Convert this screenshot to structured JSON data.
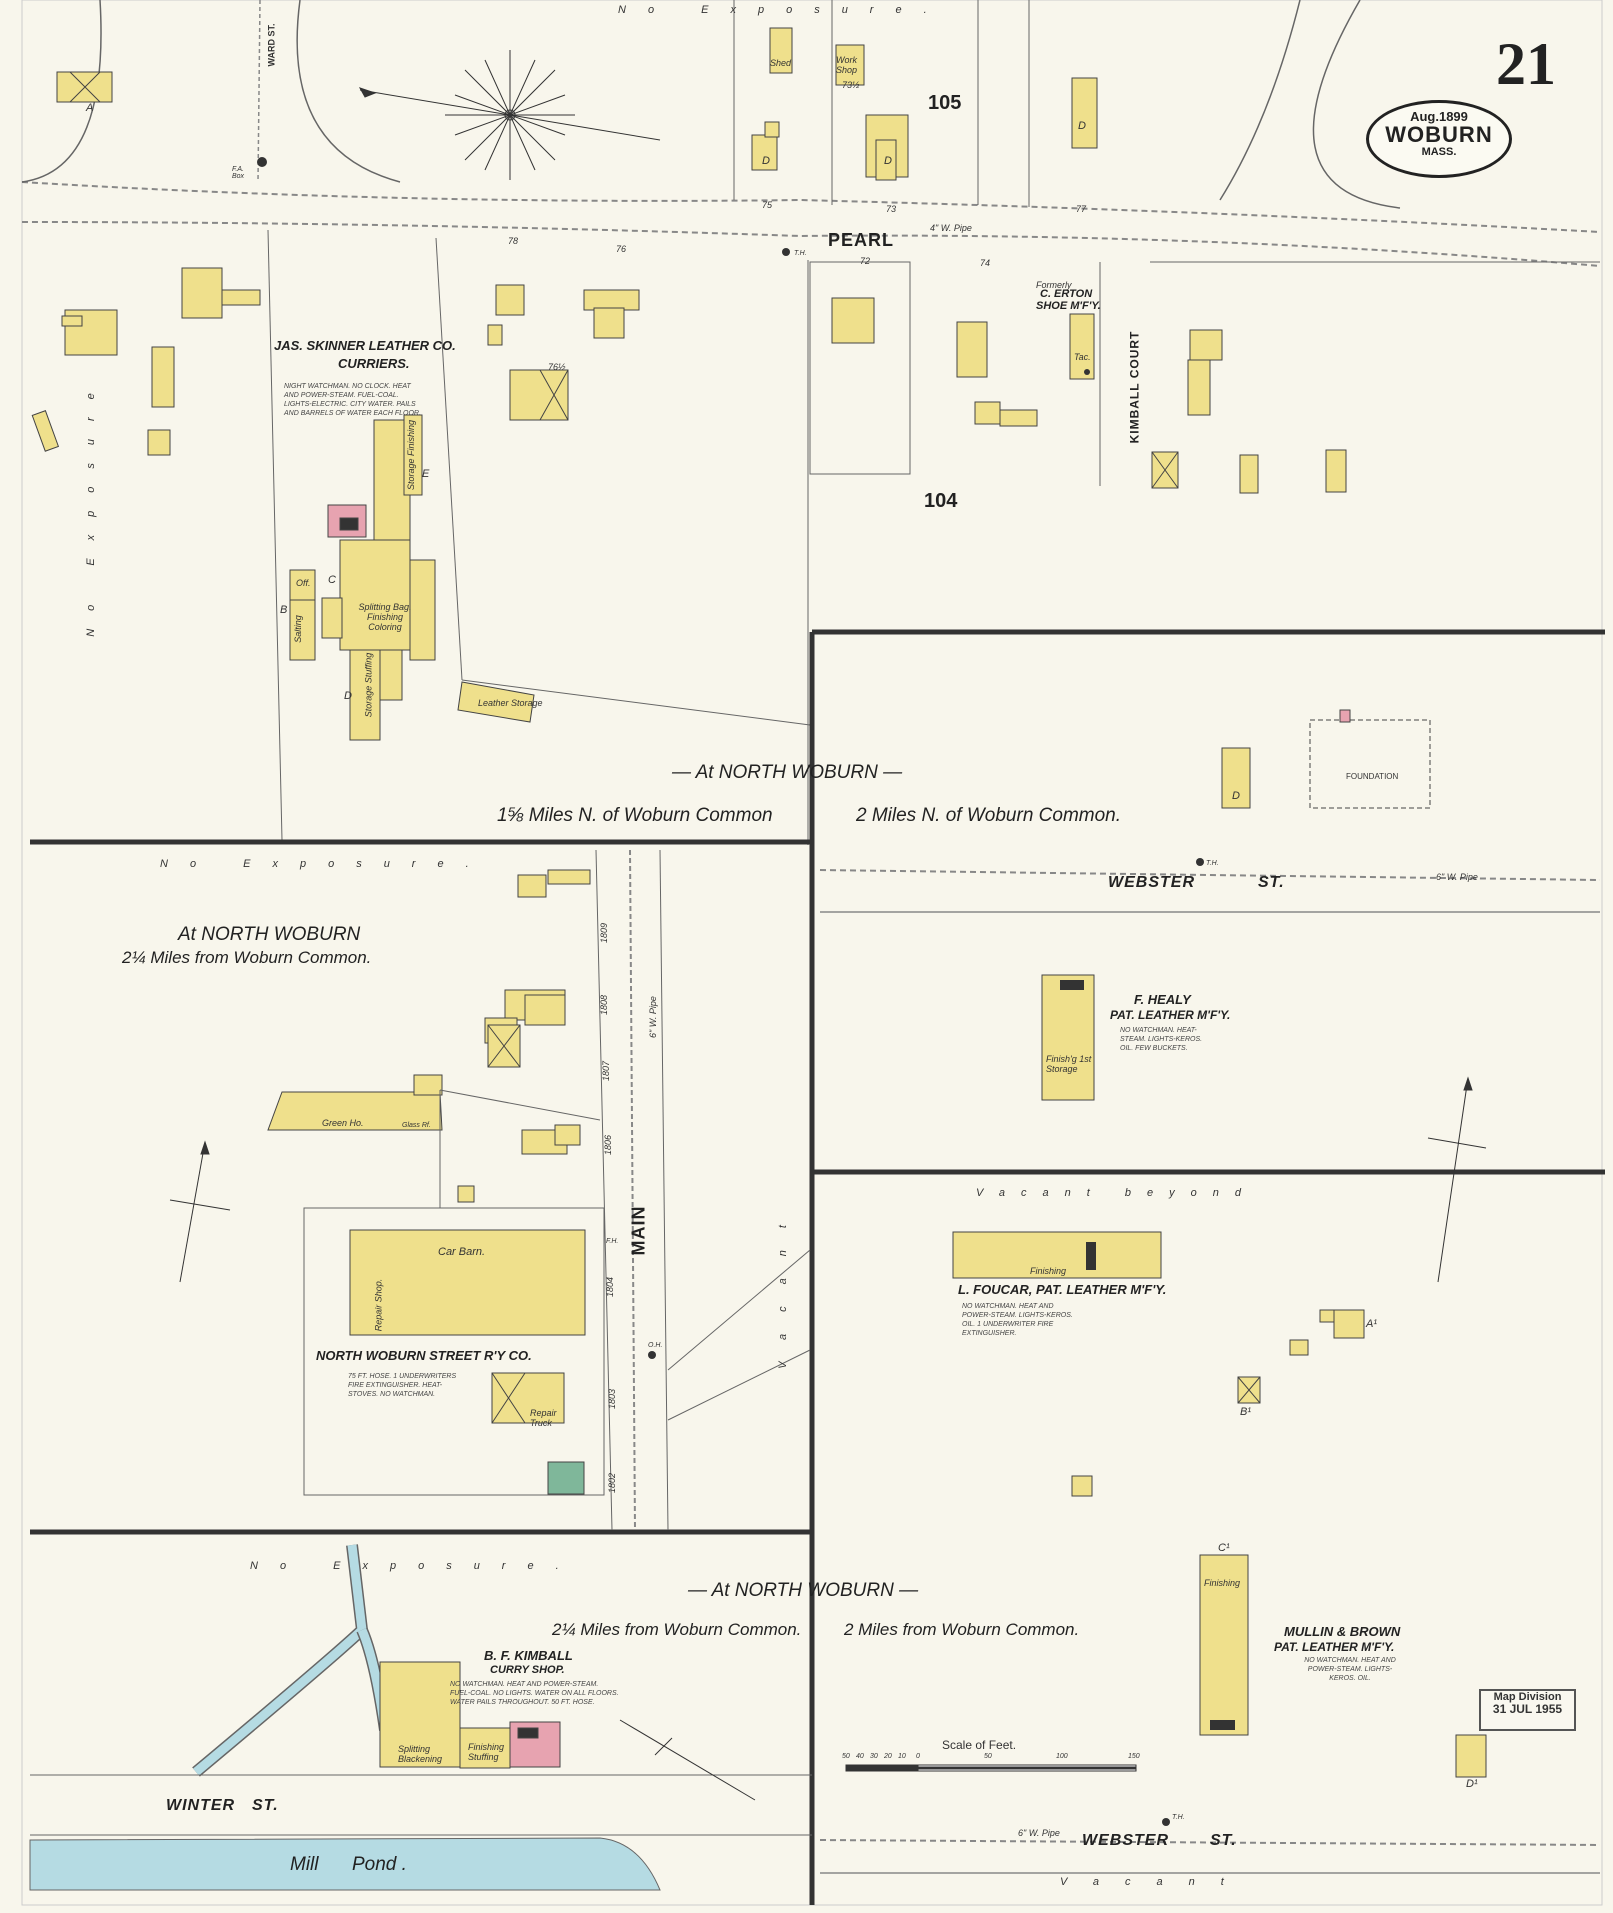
{
  "sheet": {
    "number": "21",
    "date": "Aug.1899",
    "city": "WOBURN",
    "state": "MASS."
  },
  "blocks": [
    "105",
    "104"
  ],
  "streets": {
    "pearl": "PEARL",
    "ward": "WARD ST.",
    "kimball_court": "KIMBALL COURT",
    "webster": "WEBSTER",
    "st": "ST.",
    "main": "MAIN",
    "winter": "WINTER",
    "winter_st": "ST.",
    "mill_pond": "Mill",
    "pond": "Pond ."
  },
  "headers": {
    "north_woburn_1": "— At NORTH WOBURN —",
    "miles_1": "1⅝ Miles N. of Woburn Common",
    "miles_2": "2 Miles N. of Woburn Common.",
    "north_woburn_2": "At NORTH WOBURN",
    "miles_3": "2¼ Miles from Woburn Common.",
    "north_woburn_3": "— At NORTH WOBURN —",
    "miles_4": "2¼ Miles from Woburn Common.",
    "miles_5": "2 Miles from Woburn Common."
  },
  "exposure": {
    "top": "No Exposure.",
    "left": "No Exposure",
    "middle": "No Exposure.",
    "bottom": "No Exposure.",
    "vacant_beyond": "Vacant beyond",
    "vacant": "Vacant",
    "vacant_right": "Vacant"
  },
  "companies": {
    "skinner_name": "JAS. SKINNER LEATHER CO.",
    "skinner_sub": "CURRIERS.",
    "skinner_notes": "NIGHT WATCHMAN. NO CLOCK. HEAT AND POWER-STEAM. FUEL-COAL. LIGHTS-ELECTRIC. CITY WATER. PAILS AND BARRELS OF WATER EACH FLOOR.",
    "erton_pre": "Formerly",
    "erton": "C. ERTON",
    "erton_sub": "SHOE M'F'Y.",
    "healy": "F. HEALY",
    "healy_sub": "PAT. LEATHER M'F'Y.",
    "healy_notes": "NO WATCHMAN. HEAT-STEAM. LIGHTS-KEROS. OIL. FEW BUCKETS.",
    "foucar": "L. FOUCAR, PAT. LEATHER M'F'Y.",
    "foucar_notes": "NO WATCHMAN. HEAT AND POWER-STEAM. LIGHTS-KEROS. OIL. 1 UNDERWRITER FIRE EXTINGUISHER.",
    "railway": "NORTH WOBURN STREET R'Y CO.",
    "railway_notes": "75 FT. HOSE. 1 UNDERWRITERS FIRE EXTINGUISHER. HEAT-STOVES. NO WATCHMAN.",
    "kimball": "B. F. KIMBALL",
    "kimball_sub": "CURRY SHOP.",
    "kimball_notes": "NO WATCHMAN. HEAT AND POWER-STEAM. FUEL-COAL. NO LIGHTS. WATER ON ALL FLOORS. WATER PAILS THROUGHOUT. 50 FT. HOSE.",
    "mullin": "MULLIN & BROWN",
    "mullin_sub": "PAT. LEATHER M'F'Y.",
    "mullin_notes": "NO WATCHMAN. HEAT AND POWER-STEAM. LIGHTS-KEROS. OIL."
  },
  "building_labels": {
    "splitting": "Splitting Bag. Finishing Coloring",
    "storage_finishing": "Storage Finishing",
    "storage_stuffing": "Storage Stuffing",
    "leather_storage": "Leather Storage",
    "salting": "Salting",
    "off": "Off.",
    "car_barn": "Car Barn.",
    "repair_shop": "Repair Shop.",
    "repair_truck": "Repair Truck",
    "green_ho": "Green Ho.",
    "glass_rf": "Glass Rf.",
    "shed": "Shed",
    "work_shop": "Work Shop",
    "finishing": "Finishing",
    "finishing_storage": "Finish'g 1st Storage",
    "foundation": "FOUNDATION",
    "splitting_blackening": "Splitting Blackening",
    "finishing_stuffing": "Finishing Stuffing",
    "d": "D",
    "b": "B",
    "c": "C",
    "e": "E",
    "a": "A",
    "dl": "D¹",
    "al": "A¹",
    "bl": "B¹",
    "cl": "C¹",
    "tac": "Tac."
  },
  "scale": {
    "title": "Scale of Feet.",
    "ticks": [
      "50",
      "40",
      "30",
      "20",
      "10",
      "0",
      "50",
      "100",
      "150"
    ]
  },
  "stamp": {
    "line1": "Map Division",
    "line2": "31 JUL 1955"
  },
  "utilities": {
    "pipe_pearl": "4\" W. Pipe",
    "pipe_webster": "6\" W. Pipe",
    "pipe_main": "6\" W. Pipe",
    "pipe_webster2": "6\" W. Pipe",
    "th": "T.H.",
    "fa_box": "F.A. Box",
    "fh": "F.H.",
    "oh": "O.H."
  },
  "house_numbers": [
    "75",
    "73",
    "77",
    "78",
    "76",
    "72",
    "74",
    "76½",
    "73½",
    "1809",
    "1808",
    "1807",
    "1806",
    "1804",
    "1803",
    "1802"
  ],
  "colors": {
    "frame": "#efe08c",
    "brick": "#e7a3b0",
    "stone": "#7fb79a",
    "water": "#b5dbe3",
    "paper": "#f8f6ec",
    "ink": "#222"
  }
}
